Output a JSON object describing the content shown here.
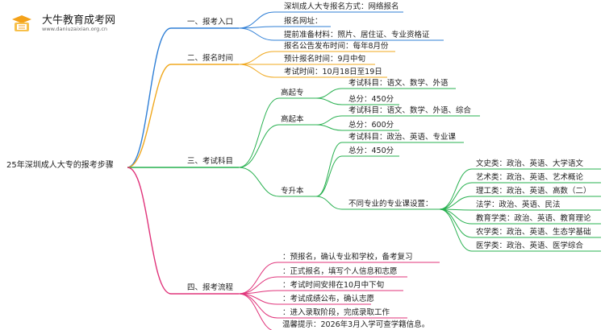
{
  "logo": {
    "name": "大牛教育成考网",
    "url": "www.daniuzaixian.org.cn"
  },
  "root": "25年深圳成人大专的报考步骤",
  "branches": [
    {
      "label": "一、报考入口",
      "color": "#2f7fd6",
      "items": [
        "深圳成人大专报名方式：网络报名",
        "报名网址：",
        "提前准备材料：照片、居住证、专业资格证"
      ]
    },
    {
      "label": "二、报名时间",
      "color": "#f0a81e",
      "items": [
        "报名公告发布时间：每年8月份",
        "预计报名时间：9月中旬",
        "考试时间：10月18日至19日"
      ]
    },
    {
      "label": "三、考试科目",
      "color": "#27b04f",
      "groups": [
        {
          "label": "高起专",
          "items": [
            "考试科目：语文、数学、外语",
            "总分：450分"
          ]
        },
        {
          "label": "高起本",
          "items": [
            "考试科目：语文、数学、外语、综合",
            "总分：600分"
          ]
        },
        {
          "label": "专升本",
          "items": [
            "考试科目：政治、英语、专业课",
            "总分：450分"
          ],
          "sub": {
            "label": "不同专业的专业课设置：",
            "items": [
              "文史类：政治、英语、大学语文",
              "艺术类：政治、英语、艺术概论",
              "理工类：政治、英语、高数（二）",
              "法学：政治、英语、民法",
              "教育学类：政治、英语、教育理论",
              "农学类：政治、英语、生态学基础",
              "医学类：政治、英语、医学综合"
            ]
          }
        }
      ]
    },
    {
      "label": "四、报考流程",
      "color": "#e0337a",
      "items": [
        "：预报名，确认专业和学校，备考复习",
        "：正式报名，填写个人信息和志愿",
        "：考试时间安排在10月中下旬",
        "：考试成绩公布，确认志愿",
        "：进入录取阶段，完成录取工作",
        "温馨提示：2026年3月入学可查学籍信息。"
      ]
    }
  ]
}
